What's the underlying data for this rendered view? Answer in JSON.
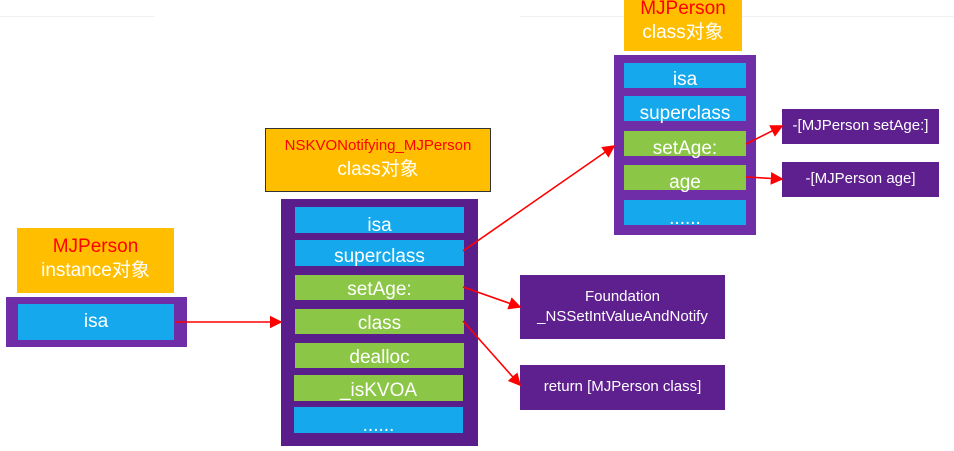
{
  "colors": {
    "label_bg": "#ffbf00",
    "panel_bg": "#6f2da8",
    "method_blue": "#15a8ec",
    "method_green": "#8bc646",
    "arrow": "#ff0000",
    "title_red": "#ff0000"
  },
  "instance": {
    "title": "MJPerson",
    "subtitle": "instance对象",
    "cells": [
      {
        "label": "isa",
        "color": "blue"
      }
    ]
  },
  "kvo_class": {
    "title": "NSKVONotifying_MJPerson",
    "subtitle": "class对象",
    "cells": [
      {
        "label": "isa",
        "color": "blue"
      },
      {
        "label": "superclass",
        "color": "blue"
      },
      {
        "label": "setAge:",
        "color": "green"
      },
      {
        "label": "class",
        "color": "green"
      },
      {
        "label": "dealloc",
        "color": "green"
      },
      {
        "label": "_isKVOA",
        "color": "green"
      },
      {
        "label": "......",
        "color": "blue"
      }
    ]
  },
  "person_class": {
    "title": "MJPerson",
    "subtitle": "class对象",
    "cells": [
      {
        "label": "isa",
        "color": "blue"
      },
      {
        "label": "superclass",
        "color": "blue"
      },
      {
        "label": "setAge:",
        "color": "green"
      },
      {
        "label": "age",
        "color": "green"
      },
      {
        "label": "......",
        "color": "blue"
      }
    ]
  },
  "notes": {
    "foundation": {
      "line1": "Foundation",
      "line2": "_NSSetIntValueAndNotify"
    },
    "return_class": "return [MJPerson class]",
    "set_age": "-[MJPerson setAge:]",
    "age": "-[MJPerson age]"
  },
  "edges": [
    {
      "from": "instance.isa",
      "to": "kvo_class"
    },
    {
      "from": "kvo_class.superclass",
      "to": "person_class"
    },
    {
      "from": "kvo_class.setAge:",
      "to": "notes.foundation"
    },
    {
      "from": "kvo_class.class",
      "to": "notes.return_class"
    },
    {
      "from": "person_class.setAge:",
      "to": "notes.set_age"
    },
    {
      "from": "person_class.age",
      "to": "notes.age"
    }
  ]
}
